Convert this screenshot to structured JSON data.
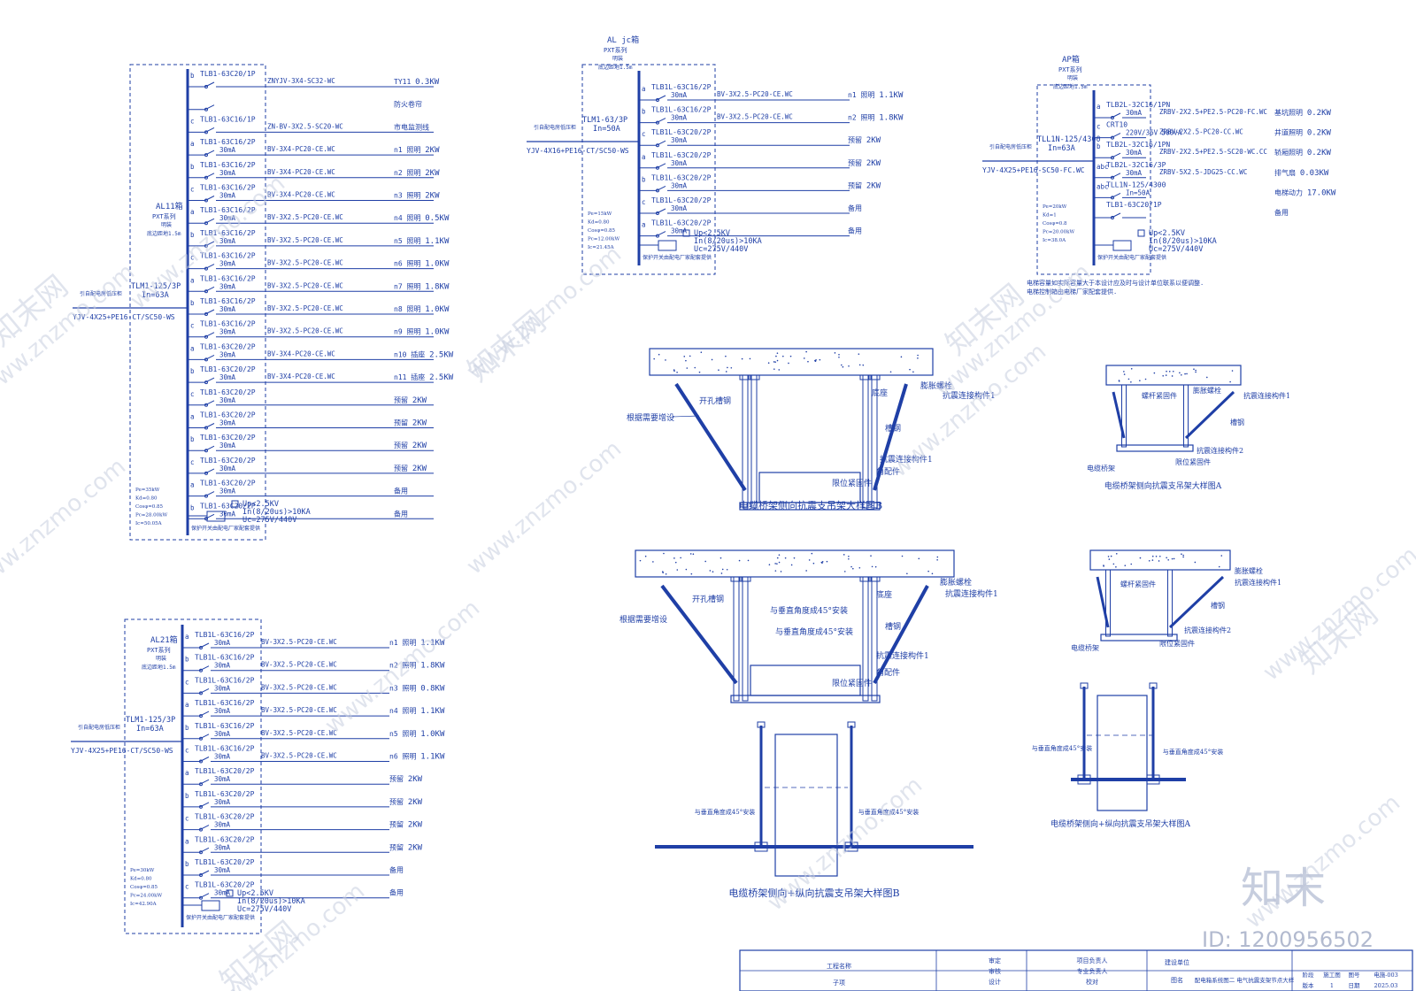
{
  "panels": [
    {
      "id": "AL11",
      "name": "AL11箱",
      "series": "PXT系列",
      "mount": "明装",
      "height": "底边距地1.5m",
      "incoming_from": "引自配电房低压柜",
      "main_breaker": "TLM1-125/3P",
      "main_rating": "In=63A",
      "incoming_cable": "YJV-4X25+PE16-CT/SC50-WS",
      "load_params": [
        "Pe=35kW",
        "Kd=0.80",
        "Cosφ=0.85",
        "Pc=28.00kW",
        "Ic=50.05A"
      ],
      "spd": [
        "Up<2.5KV",
        "In(8/20us)>10KA",
        "Uc=275V/440V"
      ],
      "spd_note": "保护开关由配电厂家配套提供",
      "circuits": [
        {
          "phase": "b",
          "breaker": "TLB1-63C20/1P",
          "rcd": "",
          "cable": "ZNYJV-3X4-SC32-WC",
          "id": "TY11",
          "use": "",
          "power": "0.3KW"
        },
        {
          "phase": "",
          "breaker": "",
          "rcd": "",
          "cable": "",
          "id": "",
          "use": "防火卷帘",
          "power": ""
        },
        {
          "phase": "c",
          "breaker": "TLB1-63C16/1P",
          "rcd": "",
          "cable": "ZN-BV-3X2.5-SC20-WC",
          "id": "",
          "use": "市电监测线",
          "power": ""
        },
        {
          "phase": "a",
          "breaker": "TLB1-63C16/2P",
          "rcd": "30mA",
          "cable": "BV-3X4-PC20-CE.WC",
          "id": "n1",
          "use": "照明",
          "power": "2KW"
        },
        {
          "phase": "b",
          "breaker": "TLB1-63C16/2P",
          "rcd": "30mA",
          "cable": "BV-3X4-PC20-CE.WC",
          "id": "n2",
          "use": "照明",
          "power": "2KW"
        },
        {
          "phase": "c",
          "breaker": "TLB1-63C16/2P",
          "rcd": "30mA",
          "cable": "BV-3X4-PC20-CE.WC",
          "id": "n3",
          "use": "照明",
          "power": "2KW"
        },
        {
          "phase": "a",
          "breaker": "TLB1-63C16/2P",
          "rcd": "30mA",
          "cable": "BV-3X2.5-PC20-CE.WC",
          "id": "n4",
          "use": "照明",
          "power": "0.5KW"
        },
        {
          "phase": "b",
          "breaker": "TLB1-63C16/2P",
          "rcd": "30mA",
          "cable": "BV-3X2.5-PC20-CE.WC",
          "id": "n5",
          "use": "照明",
          "power": "1.1KW"
        },
        {
          "phase": "c",
          "breaker": "TLB1-63C16/2P",
          "rcd": "30mA",
          "cable": "BV-3X2.5-PC20-CE.WC",
          "id": "n6",
          "use": "照明",
          "power": "1.0KW"
        },
        {
          "phase": "a",
          "breaker": "TLB1-63C16/2P",
          "rcd": "30mA",
          "cable": "BV-3X2.5-PC20-CE.WC",
          "id": "n7",
          "use": "照明",
          "power": "1.8KW"
        },
        {
          "phase": "b",
          "breaker": "TLB1-63C16/2P",
          "rcd": "30mA",
          "cable": "BV-3X2.5-PC20-CE.WC",
          "id": "n8",
          "use": "照明",
          "power": "1.0KW"
        },
        {
          "phase": "c",
          "breaker": "TLB1-63C16/2P",
          "rcd": "30mA",
          "cable": "BV-3X2.5-PC20-CE.WC",
          "id": "n9",
          "use": "照明",
          "power": "1.0KW"
        },
        {
          "phase": "a",
          "breaker": "TLB1-63C20/2P",
          "rcd": "30mA",
          "cable": "BV-3X4-PC20-CE.WC",
          "id": "n10",
          "use": "插座",
          "power": "2.5KW"
        },
        {
          "phase": "b",
          "breaker": "TLB1-63C20/2P",
          "rcd": "30mA",
          "cable": "BV-3X4-PC20-CE.WC",
          "id": "n11",
          "use": "插座",
          "power": "2.5KW"
        },
        {
          "phase": "c",
          "breaker": "TLB1-63C20/2P",
          "rcd": "30mA",
          "cable": "",
          "id": "",
          "use": "预留",
          "power": "2KW"
        },
        {
          "phase": "a",
          "breaker": "TLB1-63C20/2P",
          "rcd": "30mA",
          "cable": "",
          "id": "",
          "use": "预留",
          "power": "2KW"
        },
        {
          "phase": "b",
          "breaker": "TLB1-63C20/2P",
          "rcd": "30mA",
          "cable": "",
          "id": "",
          "use": "预留",
          "power": "2KW"
        },
        {
          "phase": "c",
          "breaker": "TLB1-63C20/2P",
          "rcd": "30mA",
          "cable": "",
          "id": "",
          "use": "预留",
          "power": "2KW"
        },
        {
          "phase": "a",
          "breaker": "TLB1-63C20/2P",
          "rcd": "30mA",
          "cable": "",
          "id": "",
          "use": "备用",
          "power": ""
        },
        {
          "phase": "b",
          "breaker": "TLB1-63C20/2P",
          "rcd": "30mA",
          "cable": "",
          "id": "",
          "use": "备用",
          "power": ""
        }
      ]
    },
    {
      "id": "ALjc",
      "name": "AL jc箱",
      "series": "PXT系列",
      "mount": "明装",
      "height": "底边距地1.5m",
      "incoming_from": "引自配电房低压柜",
      "main_breaker": "TLM1-63/3P",
      "main_rating": "In=50A",
      "incoming_cable": "YJV-4X16+PE16-CT/SC50-WS",
      "load_params": [
        "Pe=15kW",
        "Kd=0.80",
        "Cosφ=0.85",
        "Pc=12.00kW",
        "Ic=21.45A"
      ],
      "spd": [
        "Up<2.5KV",
        "In(8/20us)>10KA",
        "Uc=275V/440V"
      ],
      "spd_note": "保护开关由配电厂家配套提供",
      "circuits": [
        {
          "phase": "a",
          "breaker": "TLB1L-63C16/2P",
          "rcd": "30mA",
          "cable": "BV-3X2.5-PC20-CE.WC",
          "id": "n1",
          "use": "照明",
          "power": "1.1KW"
        },
        {
          "phase": "b",
          "breaker": "TLB1L-63C16/2P",
          "rcd": "30mA",
          "cable": "BV-3X2.5-PC20-CE.WC",
          "id": "n2",
          "use": "照明",
          "power": "1.8KW"
        },
        {
          "phase": "c",
          "breaker": "TLB1L-63C20/2P",
          "rcd": "30mA",
          "cable": "",
          "id": "",
          "use": "预留",
          "power": "2KW"
        },
        {
          "phase": "a",
          "breaker": "TLB1L-63C20/2P",
          "rcd": "30mA",
          "cable": "",
          "id": "",
          "use": "预留",
          "power": "2KW"
        },
        {
          "phase": "b",
          "breaker": "TLB1L-63C20/2P",
          "rcd": "30mA",
          "cable": "",
          "id": "",
          "use": "预留",
          "power": "2KW"
        },
        {
          "phase": "c",
          "breaker": "TLB1L-63C20/2P",
          "rcd": "30mA",
          "cable": "",
          "id": "",
          "use": "备用",
          "power": ""
        },
        {
          "phase": "a",
          "breaker": "TLB1L-63C20/2P",
          "rcd": "30mA",
          "cable": "",
          "id": "",
          "use": "备用",
          "power": ""
        }
      ]
    },
    {
      "id": "AP",
      "name": "AP箱",
      "series": "PXT系列",
      "mount": "明装",
      "height": "底边距地1.5m",
      "incoming_from": "引自配电房低压柜",
      "main_breaker": "TLL1N-125/4300",
      "main_rating": "In=63A",
      "incoming_cable": "YJV-4X25+PE16-SC50-FC.WC",
      "load_params": [
        "Pe=20kW",
        "Kd=1",
        "Cosφ=0.8",
        "Pc=20.00kW",
        "Ic=38.0A"
      ],
      "spd": [
        "Up<2.5KV",
        "In(8/20us)>10KA",
        "Uc=275V/440V"
      ],
      "spd_note": "保护开关由配电厂家配套提供",
      "circuits": [
        {
          "phase": "a",
          "breaker": "TLB2L-32C16/1PN",
          "rcd": "30mA",
          "cable": "ZRBV-2X2.5+PE2.5-PC20-FC.WC",
          "id": "",
          "use": "基坑照明",
          "power": "0.2KW"
        },
        {
          "phase": "c",
          "breaker": "CRT10",
          "rcd": "220V/36V 500VA",
          "cable": "ZRBV-2X2.5-PC20-CC.WC",
          "id": "",
          "use": "井道照明",
          "power": "0.2KW"
        },
        {
          "phase": "b",
          "breaker": "TLB2L-32C16/1PN",
          "rcd": "30mA",
          "cable": "ZRBV-2X2.5+PE2.5-SC20-WC.CC",
          "id": "",
          "use": "轿厢照明",
          "power": "0.2KW"
        },
        {
          "phase": "abc",
          "breaker": "TLB2L-32C16/3P",
          "rcd": "30mA",
          "cable": "ZRBV-5X2.5-JDG25-CC.WC",
          "id": "",
          "use": "排气扇",
          "power": "0.03KW"
        },
        {
          "phase": "abc",
          "breaker": "TLL1N-125/4300",
          "rcd": "In=50A",
          "cable": "",
          "id": "",
          "use": "电梯动力",
          "power": "17.0KW"
        },
        {
          "phase": "",
          "breaker": "TLB1-63C20/1P",
          "rcd": "",
          "cable": "",
          "id": "",
          "use": "备用",
          "power": ""
        }
      ],
      "notes": [
        "电梯容量如实际容量大于本设计应及时与设计单位联系以便调整.",
        "电梯控制箱由电梯厂家配套提供."
      ]
    },
    {
      "id": "AL21",
      "name": "AL21箱",
      "series": "PXT系列",
      "mount": "明装",
      "height": "底边距地1.5m",
      "incoming_from": "引自配电房低压柜",
      "main_breaker": "TLM1-125/3P",
      "main_rating": "In=63A",
      "incoming_cable": "YJV-4X25+PE16-CT/SC50-WS",
      "load_params": [
        "Pe=30kW",
        "Kd=0.80",
        "Cosφ=0.85",
        "Pc=24.00kW",
        "Ic=42.90A"
      ],
      "spd": [
        "Up<2.5KV",
        "In(8/20us)>10KA",
        "Uc=275V/440V"
      ],
      "spd_note": "保护开关由配电厂家配套提供",
      "circuits": [
        {
          "phase": "a",
          "breaker": "TLB1L-63C16/2P",
          "rcd": "30mA",
          "cable": "BV-3X2.5-PC20-CE.WC",
          "id": "n1",
          "use": "照明",
          "power": "1.1KW"
        },
        {
          "phase": "b",
          "breaker": "TLB1L-63C16/2P",
          "rcd": "30mA",
          "cable": "BV-3X2.5-PC20-CE.WC",
          "id": "n2",
          "use": "照明",
          "power": "1.8KW"
        },
        {
          "phase": "c",
          "breaker": "TLB1L-63C16/2P",
          "rcd": "30mA",
          "cable": "BV-3X2.5-PC20-CE.WC",
          "id": "n3",
          "use": "照明",
          "power": "0.8KW"
        },
        {
          "phase": "a",
          "breaker": "TLB1L-63C16/2P",
          "rcd": "30mA",
          "cable": "BV-3X2.5-PC20-CE.WC",
          "id": "n4",
          "use": "照明",
          "power": "1.1KW"
        },
        {
          "phase": "b",
          "breaker": "TLB1L-63C16/2P",
          "rcd": "30mA",
          "cable": "BV-3X2.5-PC20-CE.WC",
          "id": "n5",
          "use": "照明",
          "power": "1.0KW"
        },
        {
          "phase": "c",
          "breaker": "TLB1L-63C16/2P",
          "rcd": "30mA",
          "cable": "BV-3X2.5-PC20-CE.WC",
          "id": "n6",
          "use": "照明",
          "power": "1.1KW"
        },
        {
          "phase": "a",
          "breaker": "TLB1L-63C20/2P",
          "rcd": "30mA",
          "cable": "",
          "id": "",
          "use": "预留",
          "power": "2KW"
        },
        {
          "phase": "b",
          "breaker": "TLB1L-63C20/2P",
          "rcd": "30mA",
          "cable": "",
          "id": "",
          "use": "预留",
          "power": "2KW"
        },
        {
          "phase": "c",
          "breaker": "TLB1L-63C20/2P",
          "rcd": "30mA",
          "cable": "",
          "id": "",
          "use": "预留",
          "power": "2KW"
        },
        {
          "phase": "a",
          "breaker": "TLB1L-63C20/2P",
          "rcd": "30mA",
          "cable": "",
          "id": "",
          "use": "预留",
          "power": "2KW"
        },
        {
          "phase": "b",
          "breaker": "TLB1L-63C20/2P",
          "rcd": "30mA",
          "cable": "",
          "id": "",
          "use": "备用",
          "power": ""
        },
        {
          "phase": "c",
          "breaker": "TLB1L-63C20/2P",
          "rcd": "30mA",
          "cable": "",
          "id": "",
          "use": "备用",
          "power": ""
        }
      ]
    }
  ],
  "details": [
    {
      "id": "d1",
      "title": "电缆桥架侧向抗震支吊架大样图B",
      "labels": [
        "根据需要增设",
        "开孔槽钢",
        "底座",
        "膨胀螺栓",
        "抗震连接构件1",
        "槽钢",
        "抗震连接构件1",
        "角配件",
        "限位紧固件"
      ]
    },
    {
      "id": "d2",
      "title": "电缆桥架侧向抗震支吊架大样图A",
      "labels": [
        "螺杆紧固件",
        "膨胀螺栓",
        "抗震连接构件1",
        "槽钢",
        "抗震连接构件2",
        "限位紧固件",
        "电缆桥架"
      ]
    },
    {
      "id": "d3",
      "title": "",
      "labels": [
        "根据需要增设",
        "开孔槽钢",
        "与垂直角度成45°安装",
        "与垂直角度成45°安装",
        "底座",
        "膨胀螺栓",
        "抗震连接构件1",
        "槽钢",
        "抗震连接构件1",
        "角配件",
        "限位紧固件"
      ]
    },
    {
      "id": "d4",
      "title": "",
      "labels": [
        "螺杆紧固件",
        "膨胀螺栓",
        "抗震连接构件1",
        "槽钢",
        "抗震连接构件2",
        "限位紧固件",
        "电缆桥架"
      ]
    },
    {
      "id": "d5",
      "title": "电缆桥架侧向+纵向抗震支吊架大样图B",
      "labels": [
        "与垂直角度成45°安装",
        "与垂直角度成45°安装"
      ]
    },
    {
      "id": "d6",
      "title": "电缆桥架侧向+纵向抗震支吊架大样图A",
      "labels": [
        "与垂直角度成45°安装",
        "与垂直角度成45°安装"
      ]
    }
  ],
  "title_block": {
    "project_label": "工程名称",
    "sub_label": "子项",
    "roles_a": [
      "审定",
      "审核",
      "设计"
    ],
    "roles_b": [
      "项目负责人",
      "专业负责人",
      "校对"
    ],
    "client": "建设单位",
    "drawing_label": "图名",
    "drawing_name": "配电箱系统图二 电气抗震支架节点大样",
    "stage_label": "阶段",
    "stage": "施工图",
    "no_label": "图号",
    "no": "电施-003",
    "ver_label": "版本",
    "ver": "1",
    "date_label": "日期",
    "date": "2025.03"
  },
  "watermark": {
    "brand": "知末",
    "text": "www.znzmo.com",
    "site": "知末网",
    "id": "ID: 1200956502"
  },
  "colors": {
    "ink": "#1f3fa6",
    "watermark": "#c8cfe0"
  }
}
